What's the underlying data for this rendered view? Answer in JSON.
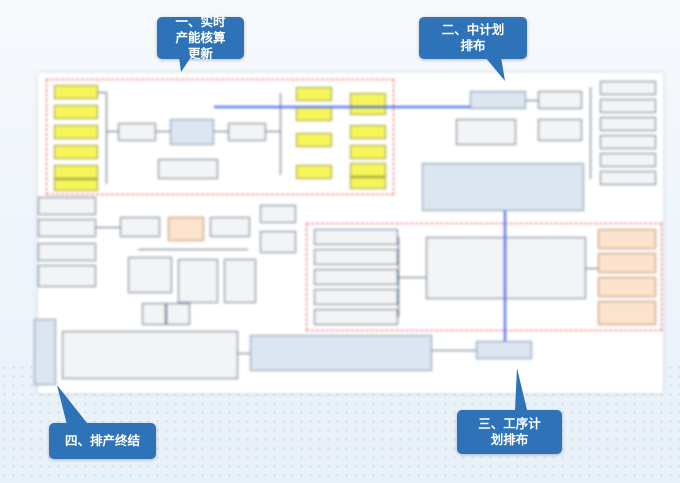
{
  "callouts": {
    "step1": "一、实时产能核算更新",
    "step2": "二、中计划排布",
    "step3": "三、工序计划排布",
    "step4": "四、排产终结"
  },
  "colors": {
    "callout_bg": "#2e73b8",
    "dash_border": "#e8473f",
    "flow_line": "#3e5df0",
    "yellow_box": "#f6f65a"
  }
}
